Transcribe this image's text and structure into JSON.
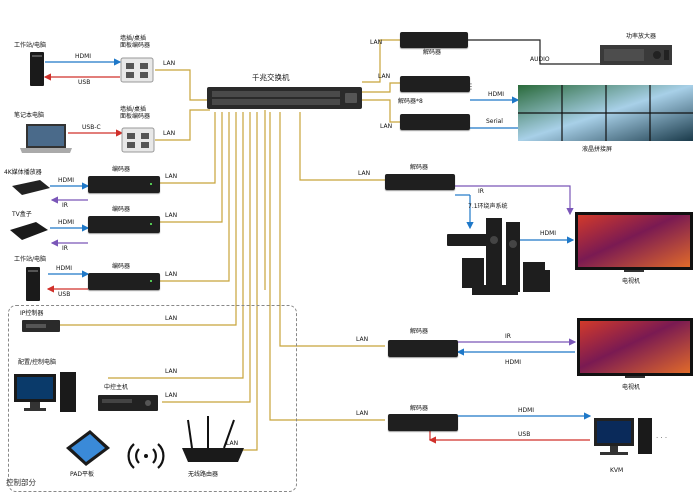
{
  "switch_label": "千兆交换机",
  "left": {
    "workstation1": "工作站/电脑",
    "wall_panel1": "墙插/桌插\n面板编码器",
    "laptop": "笔记本电脑",
    "wall_panel2": "墙插/桌插\n面板编码器",
    "media_player": "4K媒体播放器",
    "tv_box": "TV盒子",
    "workstation2": "工作站/电脑"
  },
  "encoder": "编码器",
  "decoder": "解码器",
  "decoder_x8": "解码器*8",
  "amp": "功率放大器",
  "video_wall": "液晶拼接屏",
  "surround": "7.1环绕声系统",
  "tv": "电视机",
  "kvm": "KVM",
  "control": {
    "ip_controller": "IP控制器",
    "pc": "配置/控制电脑",
    "host": "中控主机",
    "pad": "PAD平板",
    "router": "无线路由器",
    "section": "控制部分"
  },
  "signals": {
    "hdmi": "HDMI",
    "usb": "USB",
    "usbc": "USB-C",
    "lan": "LAN",
    "ir": "IR",
    "audio": "AUDIO",
    "serial": "Serial"
  },
  "icons": [
    "pc-tower-icon",
    "wall-plate-icon",
    "laptop-icon",
    "media-player-icon",
    "tv-box-icon",
    "network-switch-icon",
    "decoder-box-icon",
    "amplifier-icon",
    "video-wall-icon",
    "speaker-system-icon",
    "tv-icon",
    "monitor-icon",
    "tablet-icon",
    "wifi-icon",
    "router-icon"
  ],
  "colors": {
    "lan": "#c8a43a",
    "hdmi": "#1e78c8",
    "usb": "#d0302a",
    "ir": "#7a56b8"
  }
}
